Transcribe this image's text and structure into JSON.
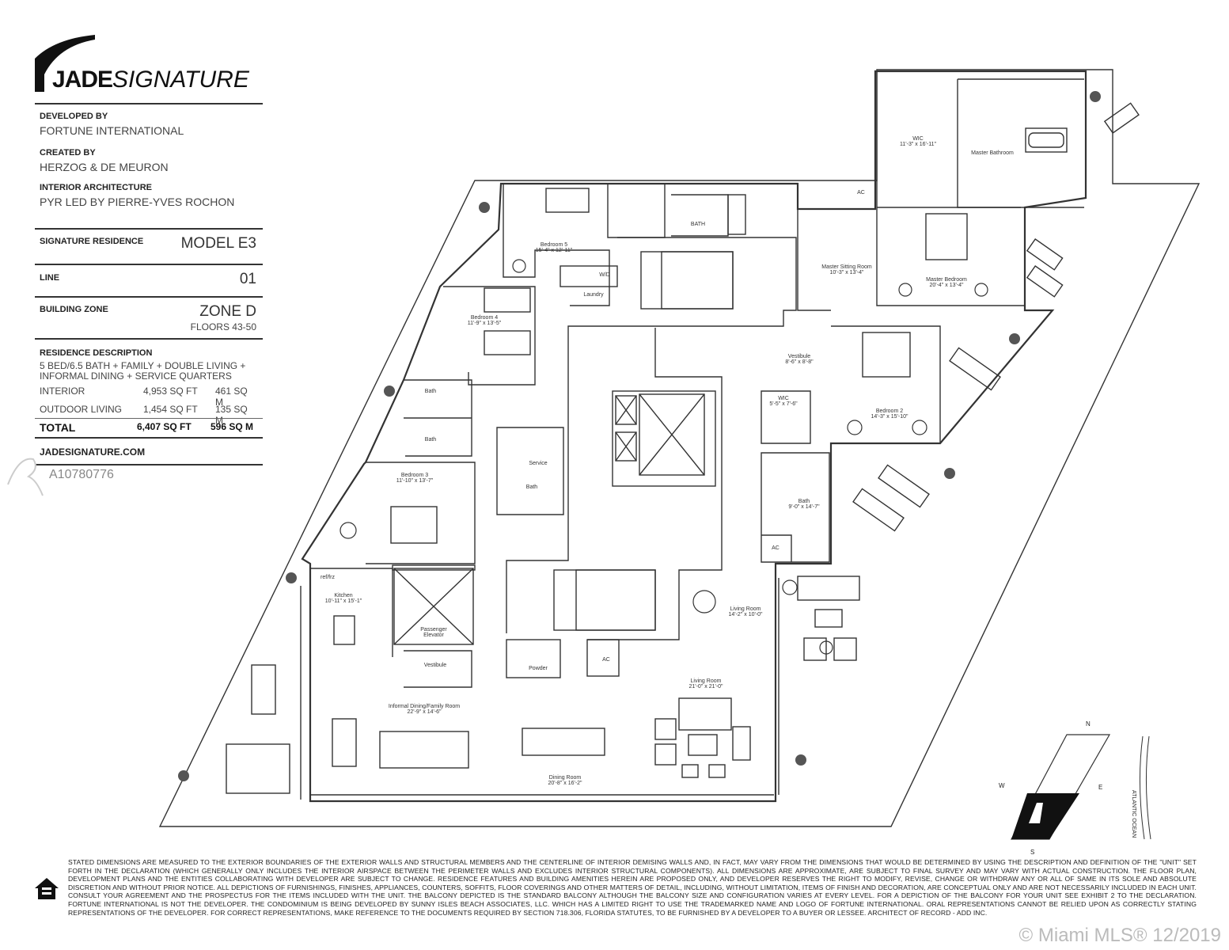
{
  "brand": {
    "name_bold": "JADE",
    "name_italic": "SIGNATURE"
  },
  "sidebar": {
    "developed_by_label": "DEVELOPED BY",
    "developed_by": "FORTUNE INTERNATIONAL",
    "created_by_label": "CREATED BY",
    "created_by": "HERZOG & DE MEURON",
    "interior_label": "INTERIOR ARCHITECTURE",
    "interior": "PYR LED BY PIERRE-YVES ROCHON",
    "residence_label": "SIGNATURE RESIDENCE",
    "residence": "MODEL E3",
    "line_label": "LINE",
    "line": "01",
    "zone_label": "BUILDING ZONE",
    "zone": "ZONE D",
    "floors": "FLOORS 43-50",
    "desc_label": "RESIDENCE DESCRIPTION",
    "desc_line1": "5 BED/6.5 BATH + FAMILY + DOUBLE LIVING +",
    "desc_line2": "INFORMAL DINING + SERVICE QUARTERS",
    "areas": [
      {
        "label": "INTERIOR",
        "sqft": "4,953 SQ FT",
        "sqm": "461 SQ M"
      },
      {
        "label": "OUTDOOR LIVING",
        "sqft": "1,454 SQ FT",
        "sqm": "135 SQ M"
      },
      {
        "label": "TOTAL",
        "sqft": "6,407 SQ FT",
        "sqm": "596 SQ M"
      }
    ],
    "website": "JADESIGNATURE.COM"
  },
  "mls_id": "A10780776",
  "rooms": [
    {
      "name": "Bedroom 5",
      "dims": "15'-4\" x 12'-11\""
    },
    {
      "name": "BATH",
      "dims": ""
    },
    {
      "name": "Laundry",
      "dims": ""
    },
    {
      "name": "W/D",
      "dims": ""
    },
    {
      "name": "Bedroom 4",
      "dims": "11'-9\" x 13'-5\""
    },
    {
      "name": "Bath",
      "dims": ""
    },
    {
      "name": "Bath",
      "dims": ""
    },
    {
      "name": "Bedroom 3",
      "dims": "11'-10\" x 13'-7\""
    },
    {
      "name": "Service",
      "dims": ""
    },
    {
      "name": "Bath",
      "dims": ""
    },
    {
      "name": "ref/frz",
      "dims": ""
    },
    {
      "name": "Kitchen",
      "dims": "10'-11\" x 15'-1\""
    },
    {
      "name": "Passenger Elevator",
      "dims": ""
    },
    {
      "name": "Vestibule",
      "dims": ""
    },
    {
      "name": "Informal Dining/Family Room",
      "dims": "22'-9\" x 14'-6\""
    },
    {
      "name": "Powder",
      "dims": ""
    },
    {
      "name": "AC",
      "dims": ""
    },
    {
      "name": "Living Room",
      "dims": "14'-2\" x 10'-0\""
    },
    {
      "name": "Living Room",
      "dims": "21'-0\" x 21'-0\""
    },
    {
      "name": "Dining Room",
      "dims": "20'-8\" x 16'-2\""
    },
    {
      "name": "WIC",
      "dims": "11'-3\" x 16'-11\""
    },
    {
      "name": "Master Bathroom",
      "dims": ""
    },
    {
      "name": "AC",
      "dims": ""
    },
    {
      "name": "Master Sitting Room",
      "dims": "10'-3\" x 13'-4\""
    },
    {
      "name": "Master Bedroom",
      "dims": "20'-4\" x 13'-4\""
    },
    {
      "name": "Vestibule",
      "dims": "8'-6\" x 8'-8\""
    },
    {
      "name": "WIC",
      "dims": "5'-5\" x 7'-6\""
    },
    {
      "name": "Bedroom 2",
      "dims": "14'-3\" x 15'-10\""
    },
    {
      "name": "Bath",
      "dims": "9'-0\" x 14'-7\""
    },
    {
      "name": "AC",
      "dims": ""
    }
  ],
  "compass": {
    "n": "N",
    "s": "S",
    "e": "E",
    "w": "W",
    "ocean": "ATLANTIC OCEAN"
  },
  "disclaimer": "STATED DIMENSIONS ARE MEASURED TO THE EXTERIOR BOUNDARIES OF THE EXTERIOR WALLS AND STRUCTURAL MEMBERS AND THE CENTERLINE OF INTERIOR DEMISING WALLS AND, IN FACT, MAY VARY FROM THE DIMENSIONS THAT WOULD BE DETERMINED BY USING THE DESCRIPTION AND DEFINITION OF THE \"UNIT\" SET FORTH IN THE DECLARATION (WHICH GENERALLY ONLY INCLUDES THE INTERIOR AIRSPACE BETWEEN THE PERIMETER WALLS AND EXCLUDES INTERIOR STRUCTURAL COMPONENTS). ALL DIMENSIONS ARE APPROXIMATE, ARE SUBJECT TO FINAL SURVEY AND MAY VARY WITH ACTUAL CONSTRUCTION. THE FLOOR PLAN, DEVELOPMENT PLANS AND THE ENTITIES COLLABORATING WITH DEVELOPER ARE SUBJECT TO CHANGE. RESIDENCE FEATURES AND BUILDING AMENITIES HEREIN ARE PROPOSED ONLY, AND DEVELOPER RESERVES THE RIGHT TO MODIFY, REVISE, CHANGE OR WITHDRAW ANY OR ALL OF SAME IN ITS SOLE AND ABSOLUTE DISCRETION AND WITHOUT PRIOR NOTICE. ALL DEPICTIONS OF FURNISHINGS, FINISHES, APPLIANCES, COUNTERS, SOFFITS, FLOOR COVERINGS AND OTHER MATTERS OF DETAIL, INCLUDING, WITHOUT LIMITATION, ITEMS OF FINISH AND DECORATION, ARE CONCEPTUAL ONLY AND ARE NOT NECESSARILY INCLUDED IN EACH UNIT. CONSULT YOUR AGREEMENT AND THE PROSPECTUS FOR THE ITEMS INCLUDED WITH THE UNIT. THE BALCONY DEPICTED IS THE STANDARD BALCONY ALTHOUGH THE BALCONY SIZE AND CONFIGURATION VARIES AT EVERY LEVEL. FOR A DEPICTION OF THE BALCONY FOR YOUR UNIT SEE EXHIBIT 2 TO THE DECLARATION. FORTUNE INTERNATIONAL IS NOT THE DEVELOPER. THE CONDOMINIUM IS BEING DEVELOPED BY SUNNY ISLES BEACH ASSOCIATES, LLC. WHICH HAS A LIMITED RIGHT TO USE THE TRADEMARKED NAME AND LOGO OF FORTUNE INTERNATIONAL. ORAL REPRESENTATIONS CANNOT BE RELIED UPON AS CORRECTLY STATING REPRESENTATIONS OF THE DEVELOPER. FOR CORRECT REPRESENTATIONS, MAKE REFERENCE TO THE DOCUMENTS REQUIRED BY SECTION 718.306, FLORIDA STATUTES, TO BE FURNISHED BY A DEVELOPER TO A BUYER OR LESSEE. ARCHITECT OF RECORD - ADD INC.",
  "watermark": "© Miami MLS® 12/2019"
}
